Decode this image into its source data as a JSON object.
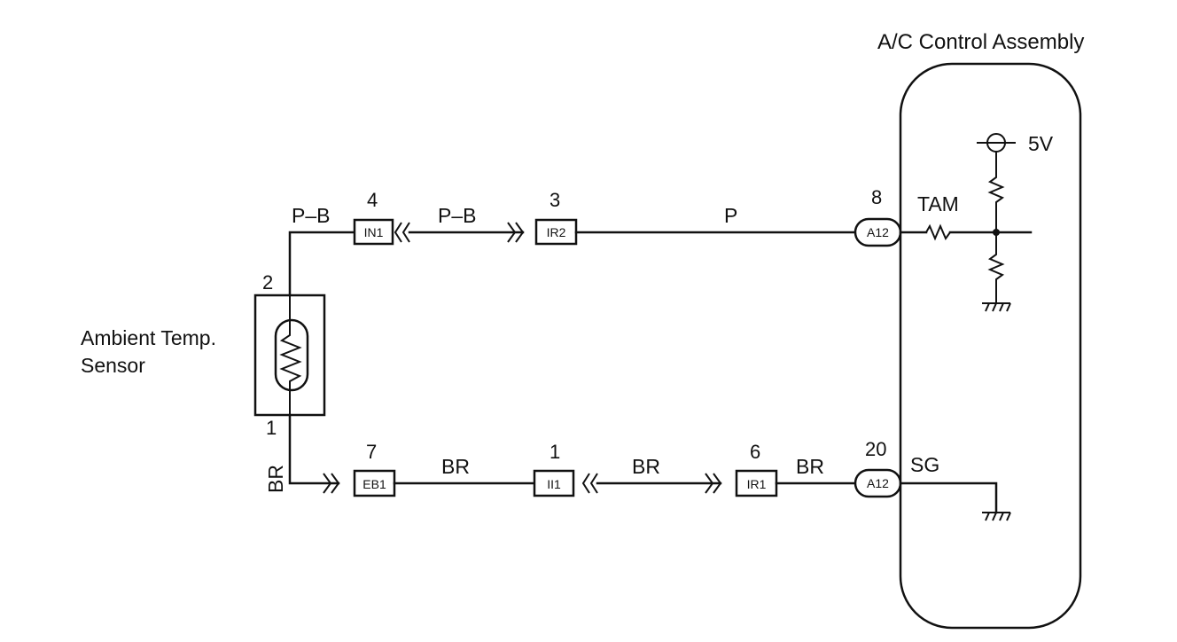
{
  "assembly_title": "A/C Control Assembly",
  "sensor_label": {
    "line1": "Ambient Temp.",
    "line2": "Sensor"
  },
  "sensor_pins": {
    "top": "2",
    "bottom": "1"
  },
  "top_circuit": {
    "wire_labels": {
      "sensor_out": "P–B",
      "between_connectors": "P–B",
      "to_ecu": "P"
    },
    "connectors": [
      {
        "pin": "4",
        "id": "IN1"
      },
      {
        "pin": "3",
        "id": "IR2"
      },
      {
        "pin": "8",
        "id": "A12"
      }
    ],
    "terminal": "TAM",
    "supply": "5V"
  },
  "bottom_circuit": {
    "wire_labels": {
      "sensor_out": "BR",
      "seg1": "BR",
      "seg2": "BR",
      "seg3": "BR"
    },
    "connectors": [
      {
        "pin": "7",
        "id": "EB1"
      },
      {
        "pin": "1",
        "id": "II1"
      },
      {
        "pin": "6",
        "id": "IR1"
      },
      {
        "pin": "20",
        "id": "A12"
      }
    ],
    "terminal": "SG"
  }
}
